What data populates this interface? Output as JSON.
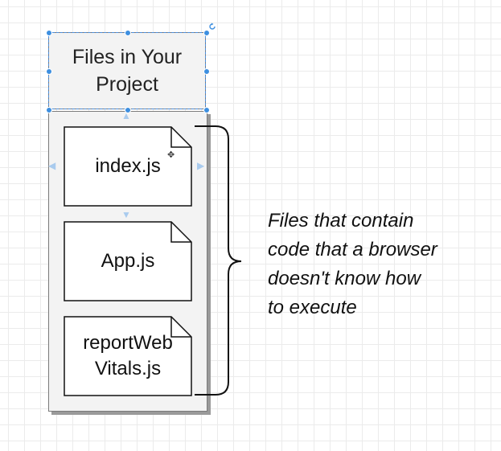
{
  "diagram": {
    "container_title": "Files in Your Project",
    "files": [
      {
        "label": "index.js"
      },
      {
        "label": "App.js"
      },
      {
        "label": "reportWeb Vitals.js"
      }
    ],
    "annotation": "Files that contain\ncode that a browser\ndoesn't know how\nto execute"
  },
  "colors": {
    "box_fill": "#f3f3f3",
    "box_border": "#7a7a7a",
    "selection": "#3d8fe0"
  }
}
